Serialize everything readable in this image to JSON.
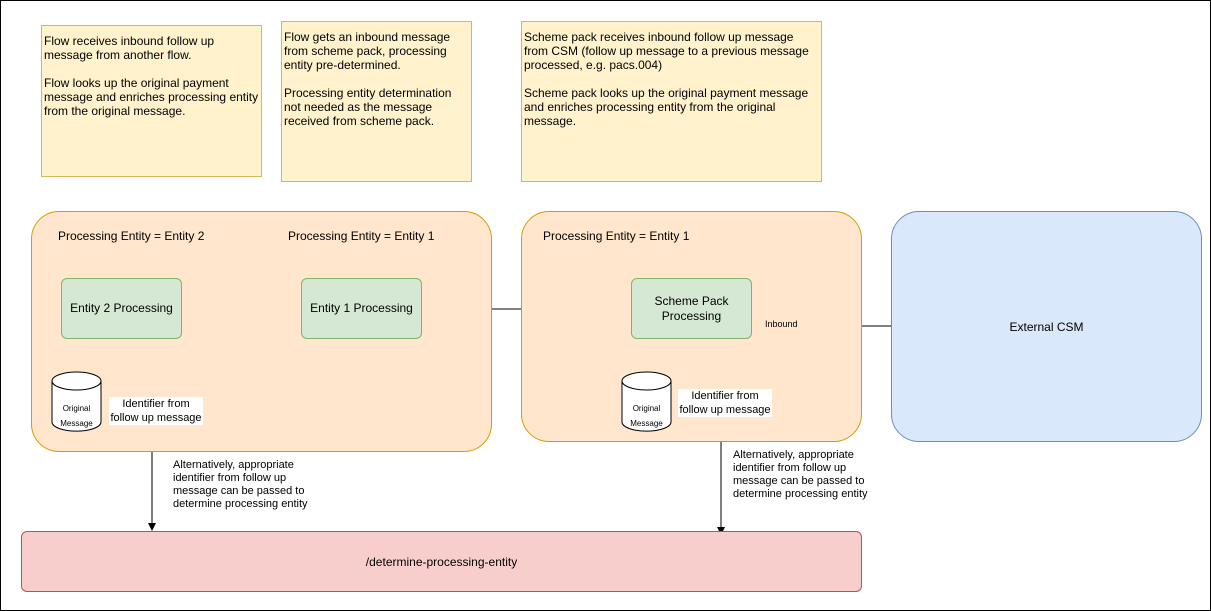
{
  "notes": {
    "flow_followup": "Flow receives inbound follow up message from another flow.\n\nFlow looks up the original payment message and enriches processing entity from the original message.",
    "flow_scheme": "Flow gets an inbound message from scheme pack, processing entity pre-determined.\n\nProcessing entity determination not needed as the message received from scheme pack.",
    "scheme_pack": "Scheme pack receives inbound follow up message from CSM (follow up message to a previous message processed, e.g. pacs.004)\n\nScheme pack looks up the original payment message and enriches processing entity from the original message."
  },
  "groups": {
    "flow_group": {
      "label_entity2": "Processing Entity = Entity 2",
      "label_entity1": "Processing Entity = Entity 1"
    },
    "scheme_group": {
      "label_entity1": "Processing Entity = Entity 1"
    }
  },
  "nodes": {
    "entity2_processing": "Entity 2 Processing",
    "entity1_processing": "Entity 1 Processing",
    "scheme_pack_processing": "Scheme Pack\nProcessing",
    "external_csm": "External CSM",
    "determine_endpoint": "/determine-processing-entity",
    "original_message_left": "Original\nMessage",
    "original_message_right": "Original\nMessage"
  },
  "edge_labels": {
    "inbound": "Inbound",
    "identifier_left": "Identifier from\nfollow up message",
    "identifier_right": "Identifier from\nfollow up message",
    "alternative_left": "Alternatively, appropriate\nidentifier from follow up\nmessage can be passed to\ndetermine processing entity",
    "alternative_right": "Alternatively, appropriate\nidentifier from follow up\nmessage can be passed to\ndetermine processing entity"
  },
  "colors": {
    "note_fill": "#fff2cc",
    "group_fill": "#ffe6cc",
    "process_fill": "#d5e8d4",
    "csm_fill": "#dae8fc",
    "endpoint_fill": "#f8cecc"
  }
}
